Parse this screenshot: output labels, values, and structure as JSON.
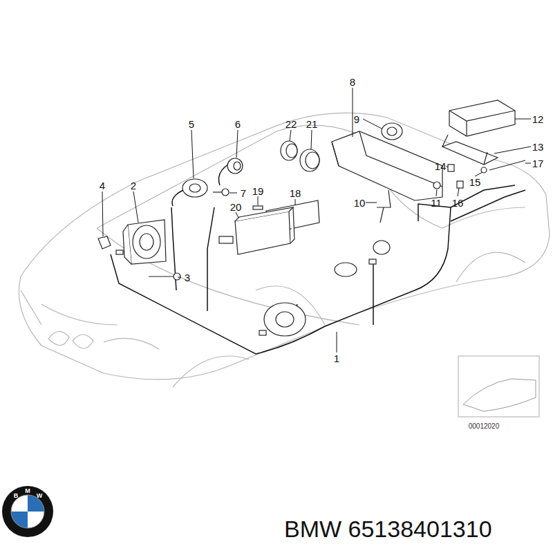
{
  "diagram": {
    "caption": "BMW 65138401310",
    "labels": [
      "1",
      "2",
      "3",
      "4",
      "5",
      "6",
      "7",
      "8",
      "9",
      "10",
      "11",
      "12",
      "13",
      "14",
      "15",
      "16",
      "17",
      "18",
      "19",
      "20",
      "21",
      "22",
      "00012020",
      "B",
      "M",
      "W"
    ]
  }
}
